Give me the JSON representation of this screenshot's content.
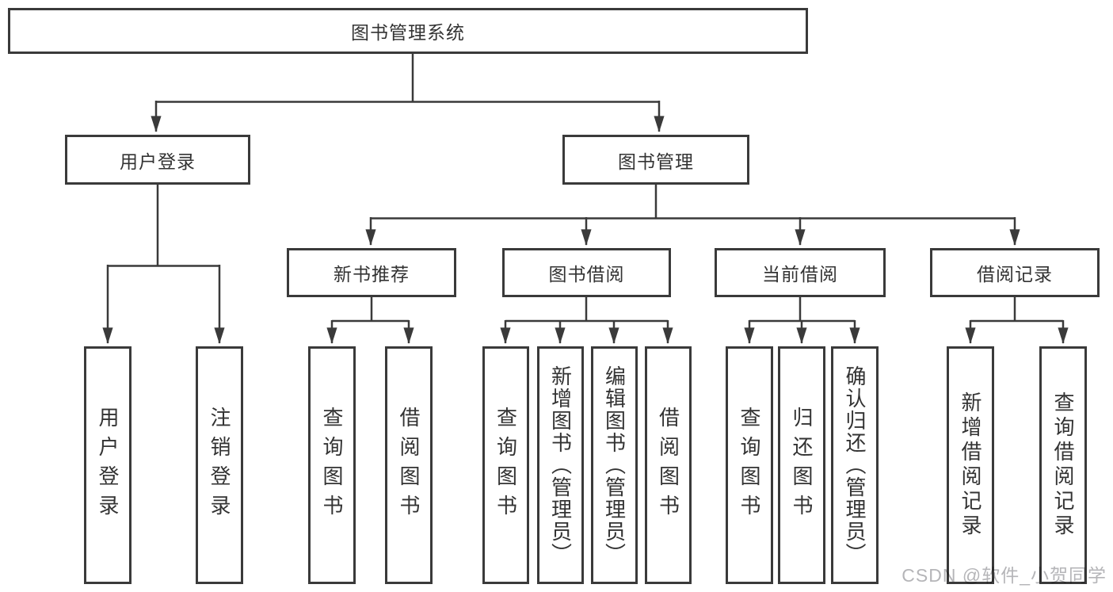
{
  "colors": {
    "line": "#3a3a3a",
    "text": "#333333",
    "watermark": "#b5b5b8",
    "background": "#ffffff"
  },
  "tree": {
    "root": {
      "label": "图书管理系统"
    },
    "branches": [
      {
        "label": "用户登录",
        "children": [
          {
            "label": "用户登录"
          },
          {
            "label": "注销登录"
          }
        ]
      },
      {
        "label": "图书管理",
        "children": [
          {
            "label": "新书推荐",
            "children": [
              {
                "label": "查询图书"
              },
              {
                "label": "借阅图书"
              }
            ]
          },
          {
            "label": "图书借阅",
            "children": [
              {
                "label": "查询图书"
              },
              {
                "label": "新增图书（管理员）"
              },
              {
                "label": "编辑图书（管理员）"
              },
              {
                "label": "借阅图书"
              }
            ]
          },
          {
            "label": "当前借阅",
            "children": [
              {
                "label": "查询图书"
              },
              {
                "label": "归还图书"
              },
              {
                "label": "确认归还（管理员）"
              }
            ]
          },
          {
            "label": "借阅记录",
            "children": [
              {
                "label": "新增借阅记录"
              },
              {
                "label": "查询借阅记录"
              }
            ]
          }
        ]
      }
    ]
  },
  "watermark": "CSDN @软件_小贺同学"
}
